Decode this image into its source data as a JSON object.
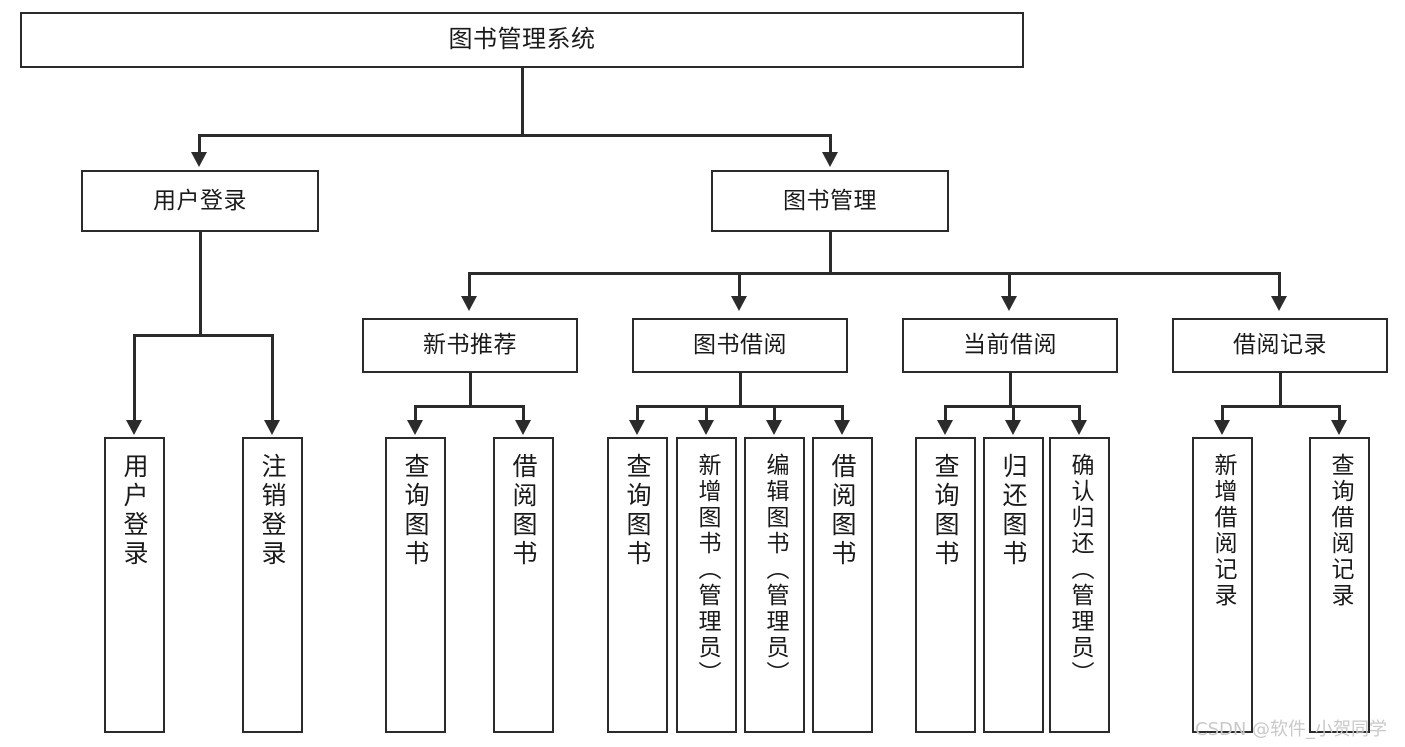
{
  "diagram": {
    "title": "图书管理系统",
    "type": "hierarchy-tree",
    "root": {
      "label": "图书管理系统"
    },
    "level2": [
      {
        "label": "用户登录"
      },
      {
        "label": "图书管理"
      }
    ],
    "level3": [
      {
        "label": "新书推荐"
      },
      {
        "label": "图书借阅"
      },
      {
        "label": "当前借阅"
      },
      {
        "label": "借阅记录"
      }
    ],
    "leaves": {
      "user_login": [
        {
          "label": "用户登录"
        },
        {
          "label": "注销登录"
        }
      ],
      "new_book_recommend": [
        {
          "label": "查询图书"
        },
        {
          "label": "借阅图书"
        }
      ],
      "book_borrow": [
        {
          "label": "查询图书"
        },
        {
          "label": "新增图书（管理员）"
        },
        {
          "label": "编辑图书（管理员）"
        },
        {
          "label": "借阅图书"
        }
      ],
      "current_borrow": [
        {
          "label": "查询图书"
        },
        {
          "label": "归还图书"
        },
        {
          "label": "确认归还（管理员）"
        }
      ],
      "borrow_record": [
        {
          "label": "新增借阅记录"
        },
        {
          "label": "查询借阅记录"
        }
      ]
    }
  },
  "watermark": {
    "text": "CSDN @软件_小贺同学"
  },
  "colors": {
    "stroke": "#2b2b2b",
    "fill": "#ffffff",
    "text": "#1a1a1a",
    "watermark": "#c9c9c9"
  }
}
